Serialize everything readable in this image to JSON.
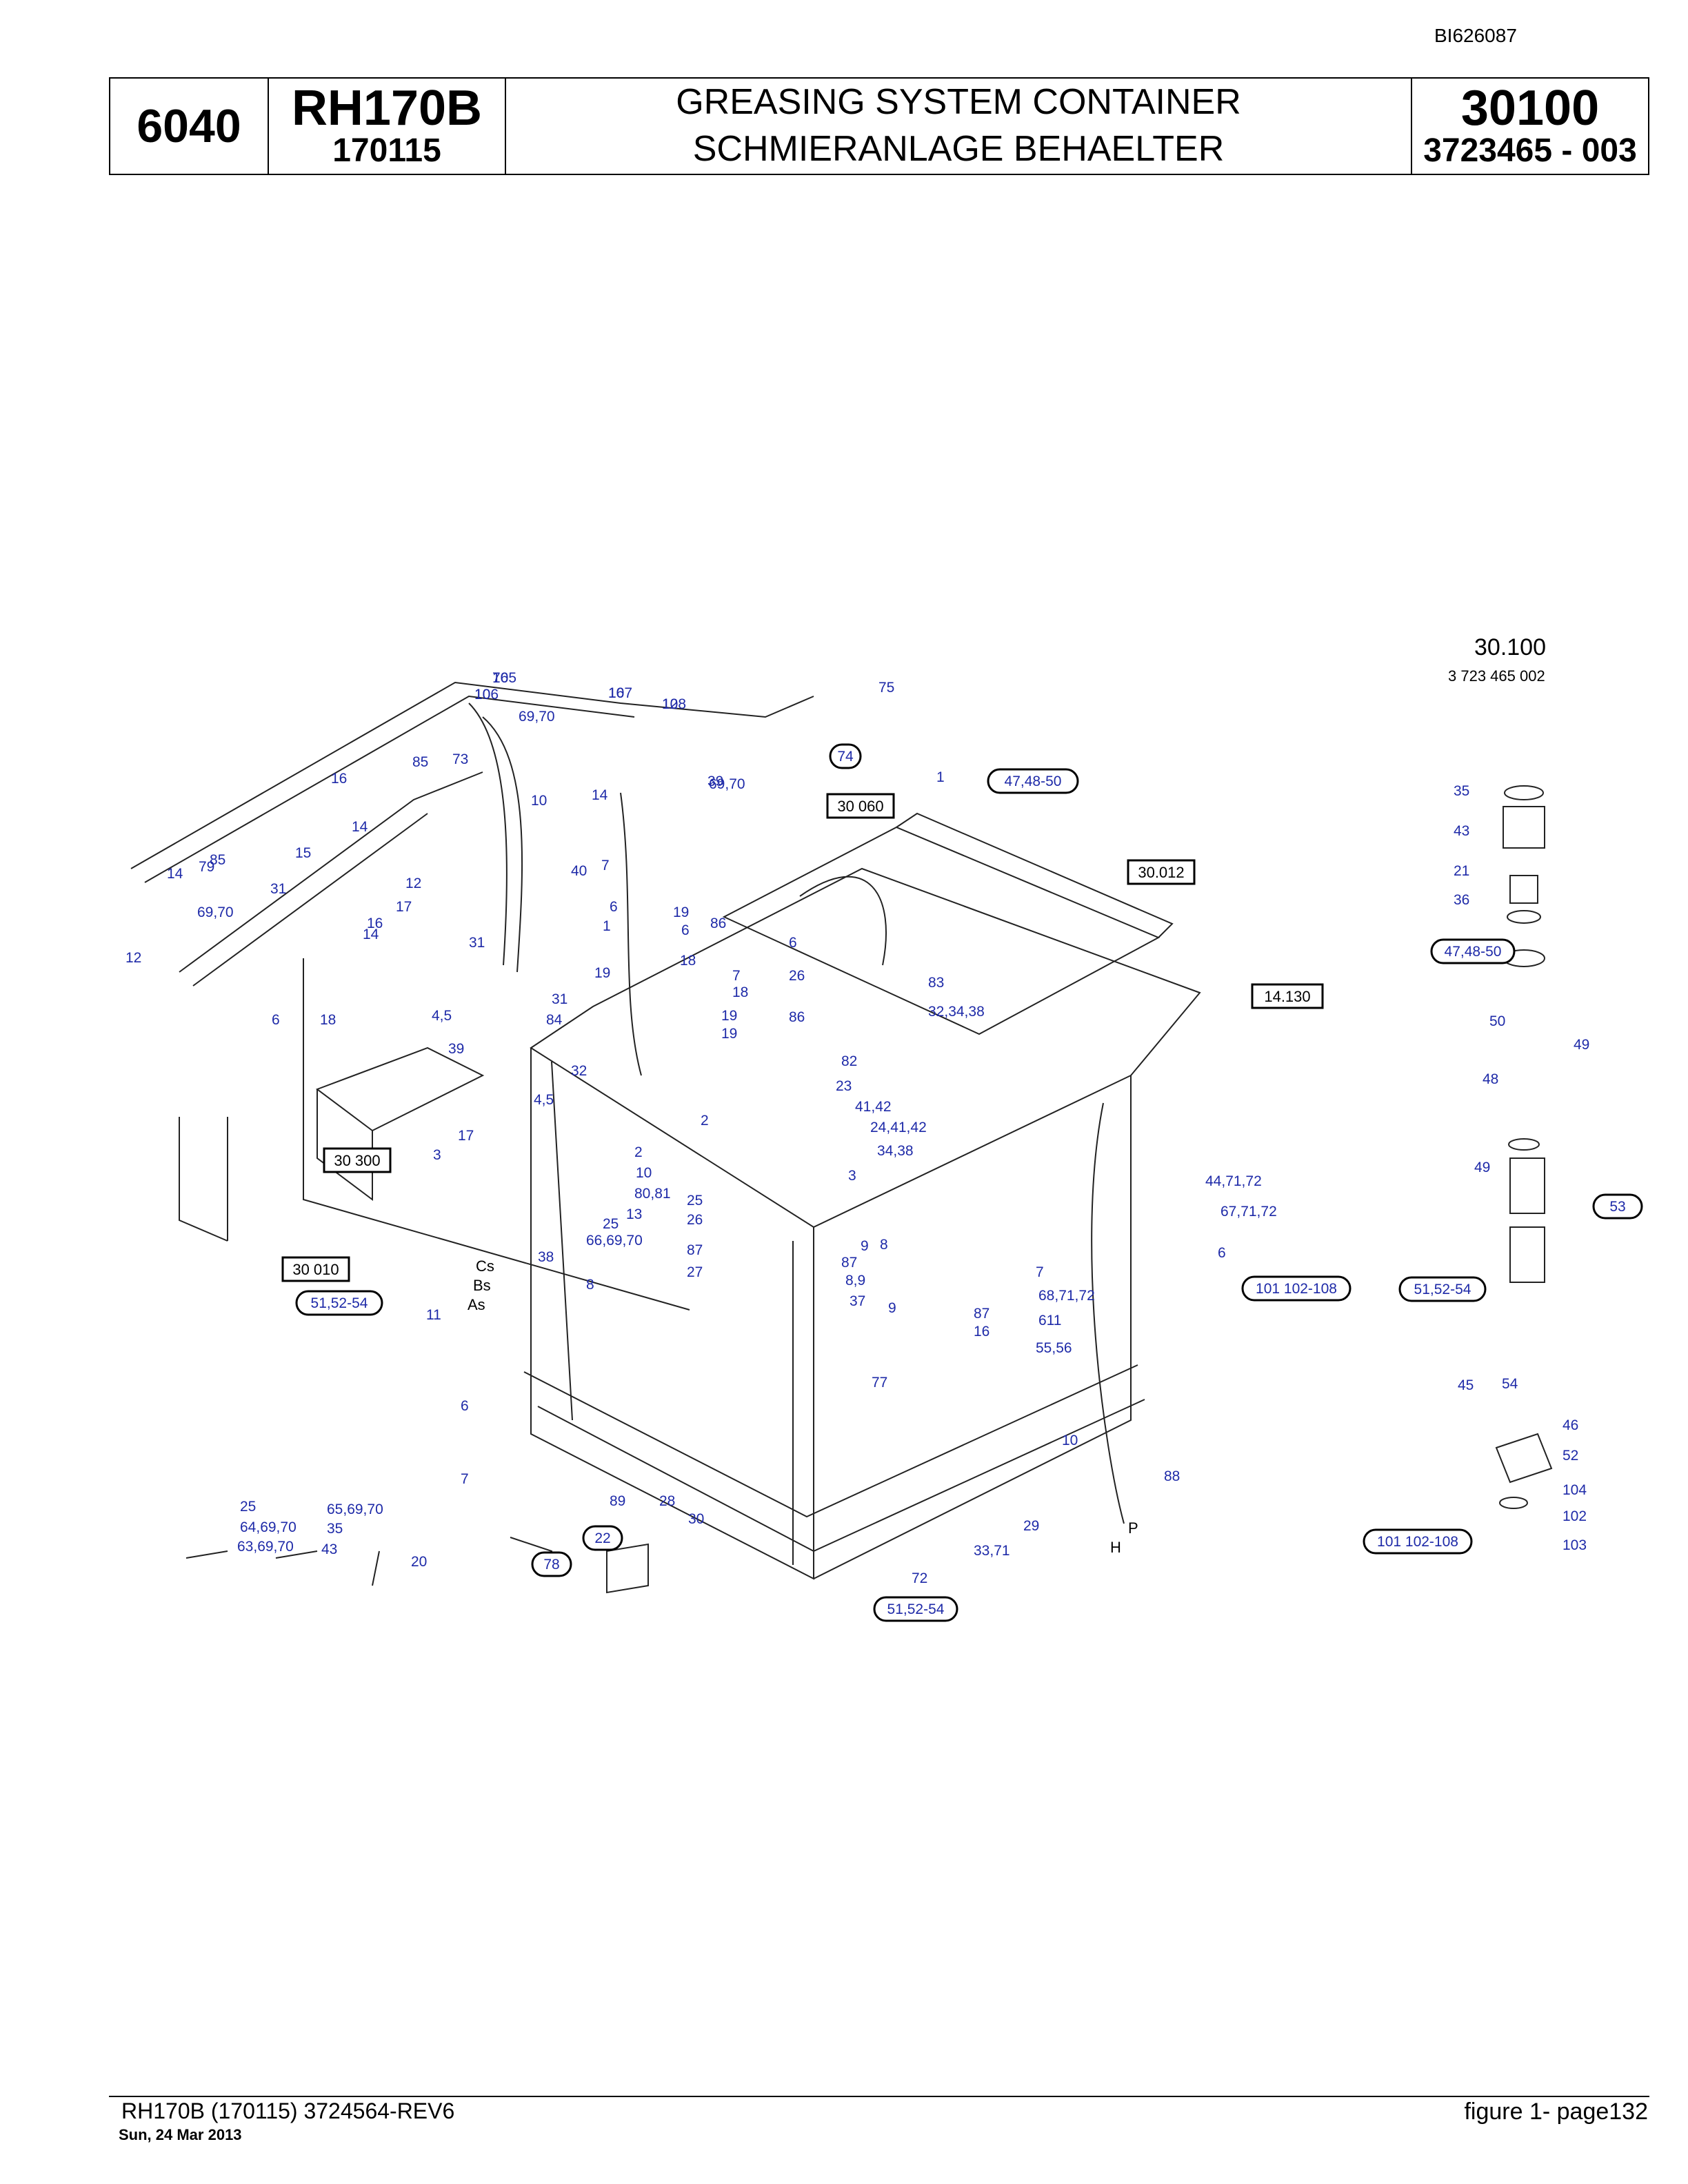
{
  "doc_id": "BI626087",
  "header": {
    "group": "6040",
    "model": "RH170B",
    "serial": "170115",
    "title_en": "GREASING SYSTEM CONTAINER",
    "title_de": "SCHMIERANLAGE BEHAELTER",
    "page_no": "30100",
    "part_no": "3723465  - 003"
  },
  "diagram": {
    "ref_title": "30.100",
    "ref_sub": "3 723 465 002",
    "boxed_refs": [
      "30 060",
      "30.012",
      "14.130",
      "30 300",
      "30 010"
    ],
    "oval_refs": [
      "74",
      "47,48-50",
      "47,48-50",
      "53",
      "51,52-54",
      "101  102-108",
      "51,52-54",
      "101  102-108",
      "78",
      "22",
      "51,52-54"
    ],
    "callouts": [
      "76",
      "10",
      "16",
      "12",
      "75",
      "69,70",
      "85",
      "73",
      "16",
      "14",
      "69,70",
      "10",
      "14",
      "39",
      "1",
      "14",
      "79",
      "85",
      "15",
      "12",
      "69,70",
      "31",
      "17",
      "16",
      "14",
      "12",
      "31",
      "40",
      "7",
      "6",
      "1",
      "19",
      "6",
      "86",
      "19",
      "18",
      "6",
      "7",
      "26",
      "18",
      "86",
      "19",
      "19",
      "6",
      "18",
      "4,5",
      "39",
      "31",
      "84",
      "83",
      "32,34,38",
      "82",
      "23",
      "41,42",
      "24,41,42",
      "34,38",
      "3",
      "4,5",
      "32",
      "2",
      "17",
      "3",
      "2",
      "10",
      "80,81",
      "25",
      "13",
      "26",
      "25",
      "66,69,70",
      "87",
      "27",
      "9",
      "8",
      "87",
      "8,9",
      "37",
      "38",
      "8",
      "9",
      "87",
      "16",
      "44,71,72",
      "67,71,72",
      "6",
      "7",
      "68,71,72",
      "611",
      "55,56",
      "11",
      "6",
      "7",
      "77",
      "10",
      "88",
      "89",
      "28",
      "30",
      "29",
      "33,71",
      "72",
      "25",
      "64,69,70",
      "63,69,70",
      "65,69,70",
      "35",
      "43",
      "20",
      "35",
      "43",
      "21",
      "36",
      "50",
      "49",
      "48",
      "49",
      "45",
      "54",
      "46",
      "52",
      "104",
      "102",
      "103",
      "105",
      "106",
      "107",
      "108"
    ],
    "letter_marks": [
      "Cs",
      "Bs",
      "As",
      "P",
      "H"
    ]
  },
  "footer": {
    "left": "RH170B (170115) 3724564-REV6",
    "date": "Sun, 24 Mar 2013",
    "right": "figure  1- page132"
  }
}
